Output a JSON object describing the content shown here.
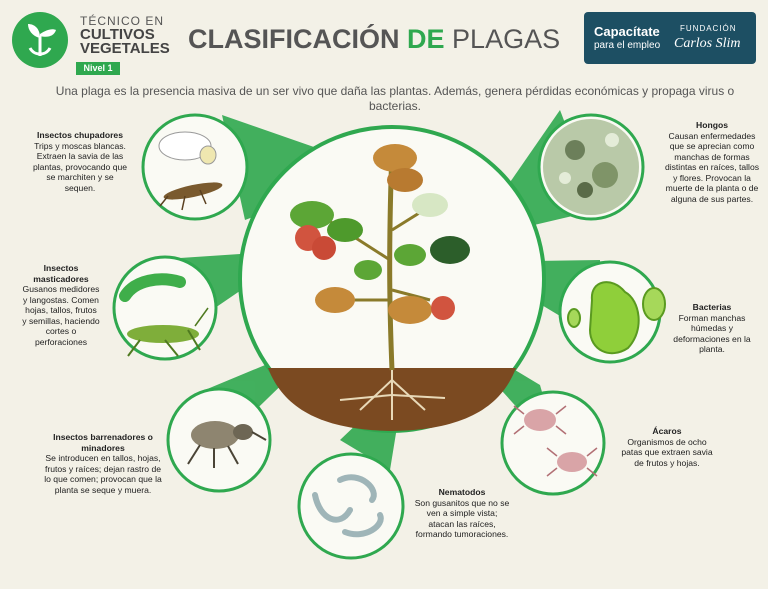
{
  "brand": {
    "line1": "TÉCNICO EN",
    "line2": "CULTIVOS",
    "line3": "VEGETALES",
    "level": "Nivel 1"
  },
  "header": {
    "title_main": "CLASIFICACIÓN",
    "title_de": "DE",
    "title_rest": "PLAGAS"
  },
  "partner": {
    "name": "Capacítate",
    "sub": "para el empleo",
    "foundation": "FUNDACIÓN",
    "signature": "Carlos Slim"
  },
  "intro": "Una plaga es la presencia masiva de un ser vivo que daña las plantas. Además, genera pérdidas económicas y propaga virus o bacterias.",
  "pests": [
    {
      "title": "Insectos chupadores",
      "text": "Trips y moscas blancas. Extraen la savia de las plantas, provocando que se marchiten y se sequen."
    },
    {
      "title": "Insectos masticadores",
      "text": "Gusanos medidores y langostas. Comen hojas, tallos, frutos y semillas, haciendo cortes o perforaciones"
    },
    {
      "title": "Insectos barrenadores o minadores",
      "text": "Se introducen en tallos, hojas, frutos y raíces; dejan rastro de lo que comen; provocan que la planta se seque y muera."
    },
    {
      "title": "Nematodos",
      "text": "Son gusanitos que no se ven a simple vista; atacan las raíces, formando tumoraciones."
    },
    {
      "title": "Ácaros",
      "text": "Organismos de ocho patas que extraen savia de frutos y hojas."
    },
    {
      "title": "Bacterias",
      "text": "Forman manchas húmedas y deformaciones en la planta."
    },
    {
      "title": "Hongos",
      "text": "Causan enfermedades que se aprecian como manchas de formas distintas en raíces, tallos y flores. Provocan la muerte de la planta o de alguna de sus partes."
    }
  ],
  "colors": {
    "green": "#2fa84f",
    "navy": "#1d4f63",
    "background": "#f3f1e7"
  }
}
